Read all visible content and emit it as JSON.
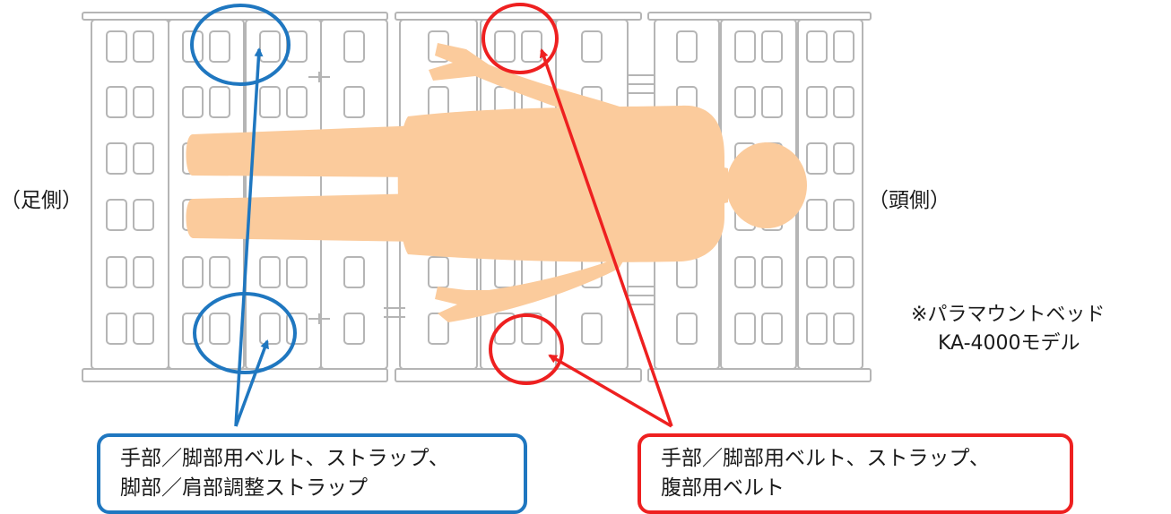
{
  "labels": {
    "foot_side": "（足側）",
    "head_side": "（頭側）"
  },
  "note": {
    "line1": "※パラマウントベッド",
    "line2": "KA-4000モデル"
  },
  "callouts": {
    "blue": {
      "line1": "手部／脚部用ベルト、ストラップ、",
      "line2": "脚部／肩部調整ストラップ",
      "color": "#1f77c0"
    },
    "red": {
      "line1": "手部／脚部用ベルト、ストラップ、",
      "line2": "腹部用ベルト",
      "color": "#ee2020"
    }
  },
  "colors": {
    "figure": "#fbcb9c",
    "bed_outline": "#b5b5b5",
    "blue": "#1f77c0",
    "red": "#ee2020"
  }
}
